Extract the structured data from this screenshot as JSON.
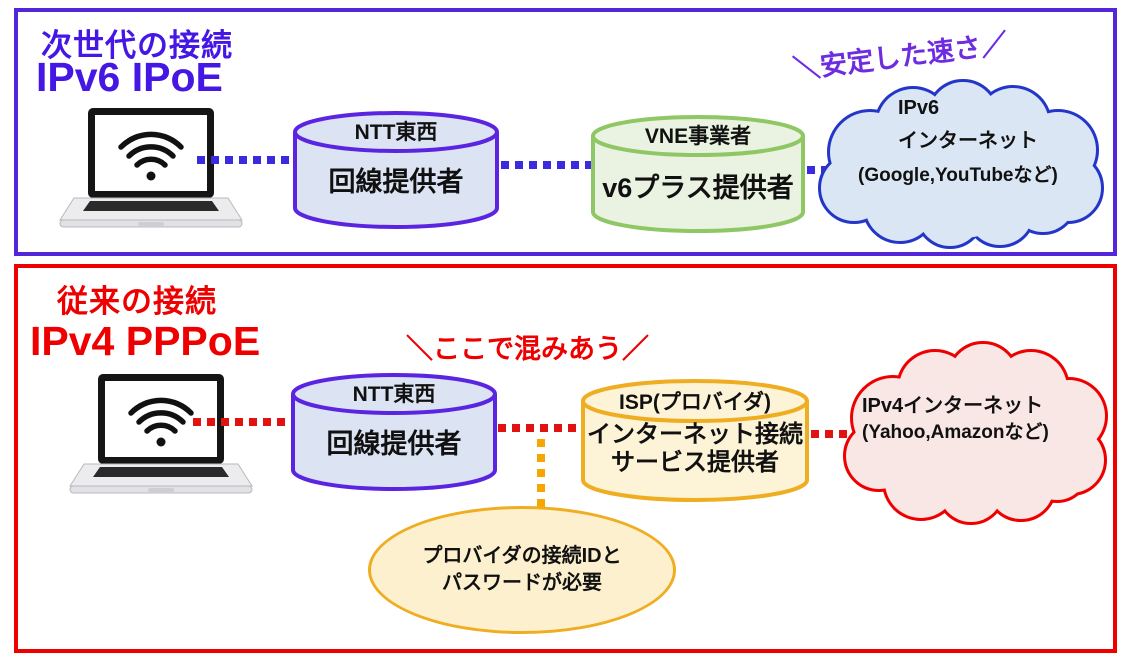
{
  "colors": {
    "top_accent": "#4517E4",
    "top_border": "#5326DA",
    "bottom_accent": "#EE0000",
    "ntt_border": "#5B24E0",
    "ntt_fill": "#DCE3F2",
    "vne_border": "#8FC765",
    "vne_fill": "#EAF3E1",
    "ipv6_cloud_border": "#2336C9",
    "ipv6_cloud_fill": "#DBE6F4",
    "isp_border": "#EFAD21",
    "isp_fill": "#FDF3D6",
    "ipv4_cloud_border": "#EE0000",
    "ipv4_cloud_fill": "#F8E7E5",
    "note_fill": "#FDF0CE",
    "annotation_purple": "#6E2CE0",
    "yellow_dots": "#F5A700"
  },
  "top_panel": {
    "title_line1": "次世代の接続",
    "title_line2": "IPv6 IPoE",
    "annotation": "＼安定した速さ／",
    "ntt_cylinder": {
      "header": "NTT東西",
      "body": "回線提供者"
    },
    "vne_cylinder": {
      "header": "VNE事業者",
      "body": "v6プラス提供者"
    },
    "cloud": {
      "line1": "IPv6",
      "line2": "インターネット",
      "line3": "(Google,YouTubeなど)"
    }
  },
  "bottom_panel": {
    "title_line1": "従来の接続",
    "title_line2": "IPv4 PPPoE",
    "annotation": "＼ここで混みあう／",
    "ntt_cylinder": {
      "header": "NTT東西",
      "body": "回線提供者"
    },
    "isp_cylinder": {
      "header": "ISP(プロバイダ)",
      "body_line1": "インターネット接続",
      "body_line2": "サービス提供者"
    },
    "cloud": {
      "line1": "IPv4インターネット",
      "line2": "(Yahoo,Amazonなど)"
    },
    "note": {
      "line1": "プロバイダの接続IDと",
      "line2": "パスワードが必要"
    }
  }
}
